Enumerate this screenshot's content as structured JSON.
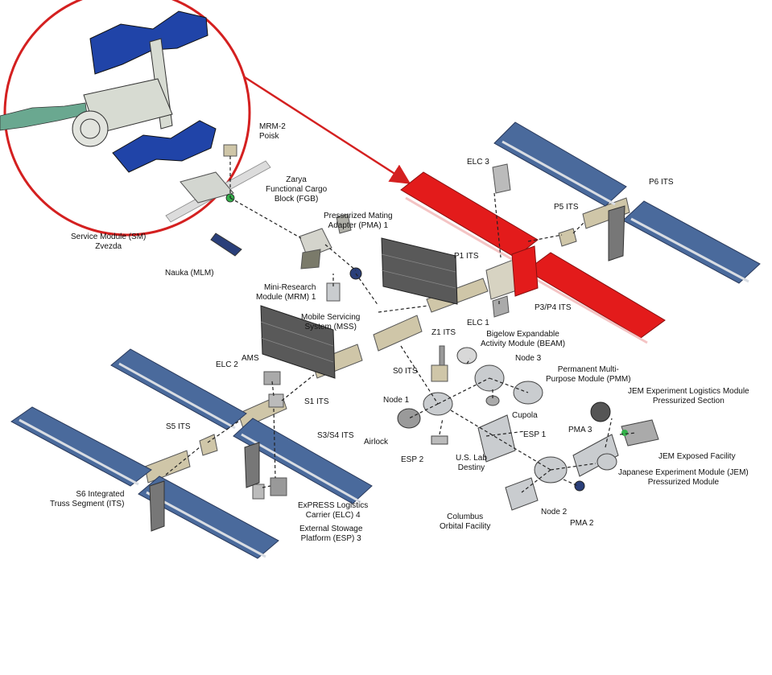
{
  "colors": {
    "solar_array": "#4a6a9c",
    "solar_array_highlight": "#e31b1b",
    "solar_stripe": "#d9dde3",
    "truss": "#cfc6a8",
    "module": "#c9cccf",
    "callout_circle": "#d42020",
    "connector": "#222222"
  },
  "labels": {
    "mrm2": "MRM-2\nPoisk",
    "zarya": "Zarya\nFunctional Cargo\nBlock (FGB)",
    "pma1": "Pressurized Mating\nAdapter (PMA) 1",
    "service_module": "Service Module (SM)\nZvezda",
    "nauka": "Nauka (MLM)",
    "mrm1": "Mini-Research\nModule (MRM) 1",
    "mss": "Mobile Servicing\nSystem (MSS)",
    "elc3": "ELC 3",
    "p6": "P6 ITS",
    "p5": "P5 ITS",
    "p1": "P1 ITS",
    "p3p4": "P3/P4 ITS",
    "elc1": "ELC 1",
    "z1": "Z1 ITS",
    "beam": "Bigelow Expandable\nActivity Module (BEAM)",
    "node3": "Node 3",
    "pmm": "Permanent Multi-\nPurpose Module (PMM)",
    "s0": "S0 ITS",
    "ams": "AMS",
    "elc2": "ELC 2",
    "s1": "S1 ITS",
    "node1": "Node 1",
    "cupola": "Cupola",
    "jem_els": "JEM Experiment Logistics Module\nPressurized Section",
    "s5": "S5 ITS",
    "s3s4": "S3/S4 ITS",
    "airlock": "Airlock",
    "esp1": "ESP 1",
    "pma3": "PMA 3",
    "jem_ef": "JEM Exposed Facility",
    "esp2": "ESP 2",
    "us_lab": "U.S. Lab\nDestiny",
    "jem": "Japanese Experiment Module (JEM)\nPressurized Module",
    "s6": "S6 Integrated\nTruss Segment (ITS)",
    "elc4": "ExPRESS Logistics\nCarrier (ELC) 4",
    "esp3": "External Stowage\nPlatform (ESP) 3",
    "columbus": "Columbus\nOrbital Facility",
    "node2": "Node 2",
    "pma2": "PMA 2"
  }
}
